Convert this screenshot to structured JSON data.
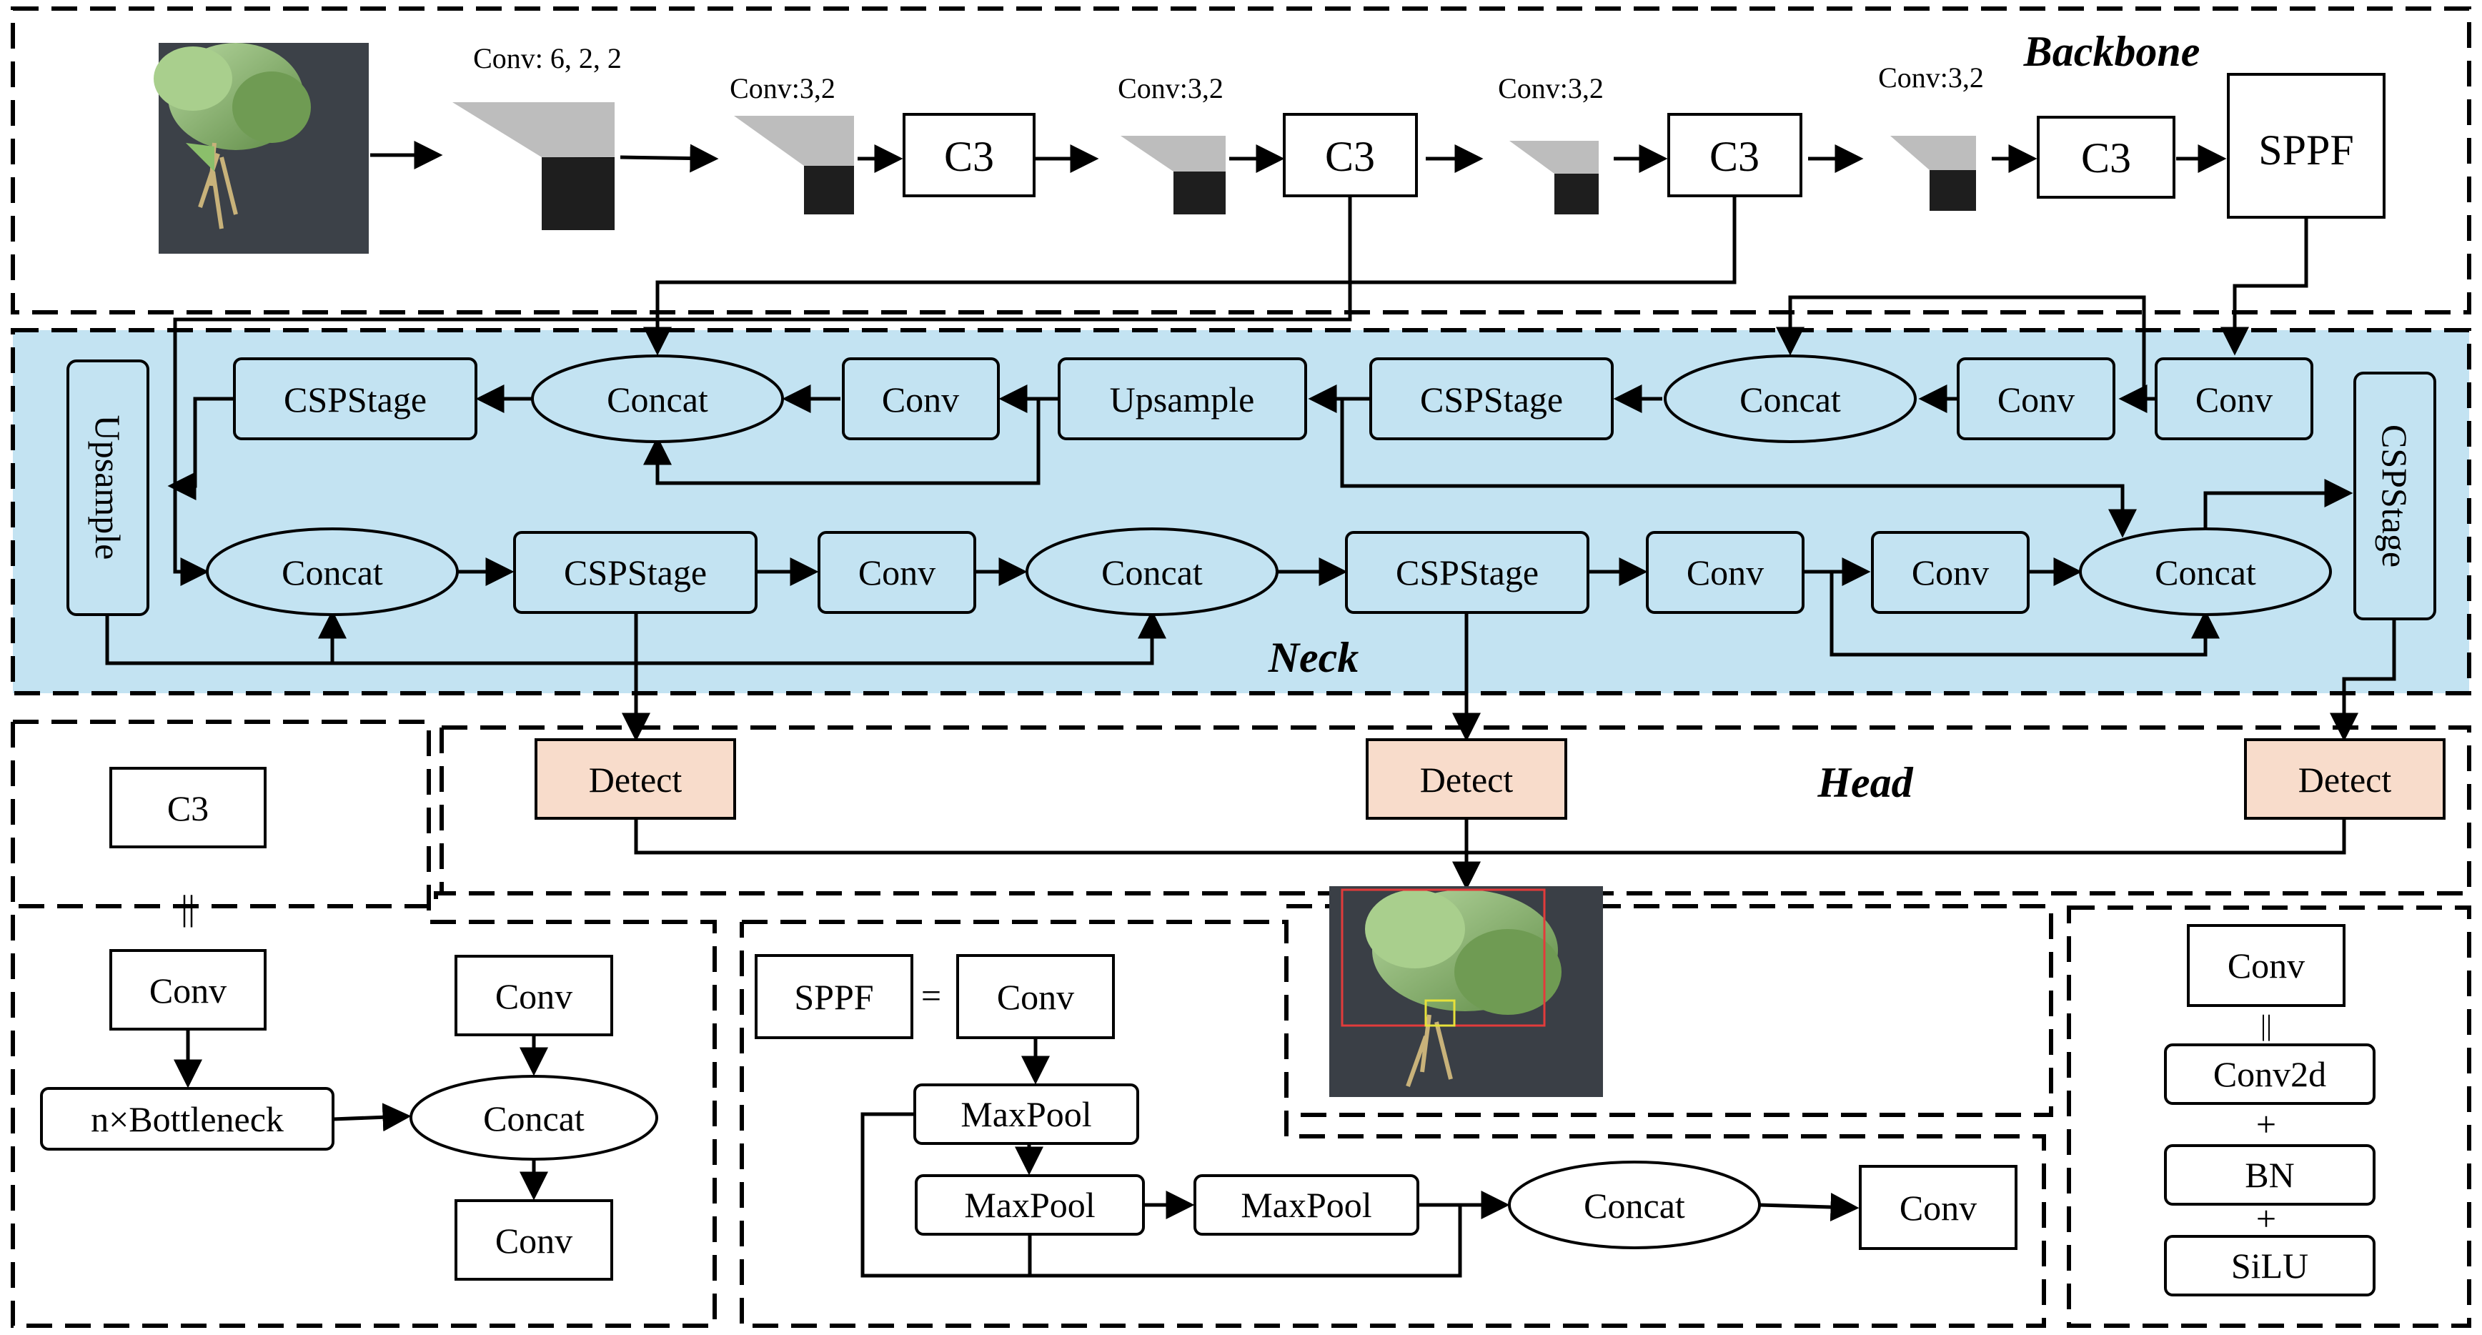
{
  "sections": {
    "backbone": "Backbone",
    "neck": "Neck",
    "head": "Head"
  },
  "backbone": {
    "conv1": "Conv: 6, 2, 2",
    "conv2": "Conv:3,2",
    "conv3": "Conv:3,2",
    "conv4": "Conv:3,2",
    "conv5": "Conv:3,2",
    "c3_1": "C3",
    "c3_2": "C3",
    "c3_3": "C3",
    "c3_4": "C3",
    "sppf": "SPPF"
  },
  "neck": {
    "top_cspstage_left": "CSPStage",
    "top_concat_left": "Concat",
    "top_conv_left": "Conv",
    "top_upsample": "Upsample",
    "top_cspstage_mid": "CSPStage",
    "top_concat_right": "Concat",
    "top_conv_mid": "Conv",
    "top_conv_right": "Conv",
    "upsample_vertical": "Upsample",
    "bot_concat_1": "Concat",
    "bot_cspstage_1": "CSPStage",
    "bot_conv_1": "Conv",
    "bot_concat_2": "Concat",
    "bot_cspstage_2": "CSPStage",
    "bot_conv_2": "Conv",
    "bot_conv_3": "Conv",
    "bot_concat_3": "Concat",
    "cspstage_vertical": "CSPStage"
  },
  "head": {
    "detect_1": "Detect",
    "detect_2": "Detect",
    "detect_3": "Detect"
  },
  "c3_legend": {
    "title": "C3",
    "equals": "||",
    "conv_top": "Conv",
    "bottleneck": "n×Bottleneck",
    "conv_right_top": "Conv",
    "concat": "Concat",
    "conv_bottom": "Conv"
  },
  "sppf_legend": {
    "title": "SPPF",
    "equals": "=",
    "conv_top": "Conv",
    "maxpool_1": "MaxPool",
    "maxpool_2": "MaxPool",
    "maxpool_3": "MaxPool",
    "concat": "Concat",
    "conv_out": "Conv"
  },
  "conv_legend": {
    "title": "Conv",
    "equals": "||",
    "conv2d": "Conv2d",
    "plus_1": "+",
    "bn": "BN",
    "plus_2": "+",
    "silu": "SiLU"
  },
  "images": {
    "input": "input-photo-cabbage",
    "output": "output-detection-photo"
  },
  "colors": {
    "neck_bg": "#c3e3f2",
    "detect_fill": "#f8dccb",
    "detection_box": "#e23b3b",
    "detection_box_2": "#e7e13a"
  }
}
